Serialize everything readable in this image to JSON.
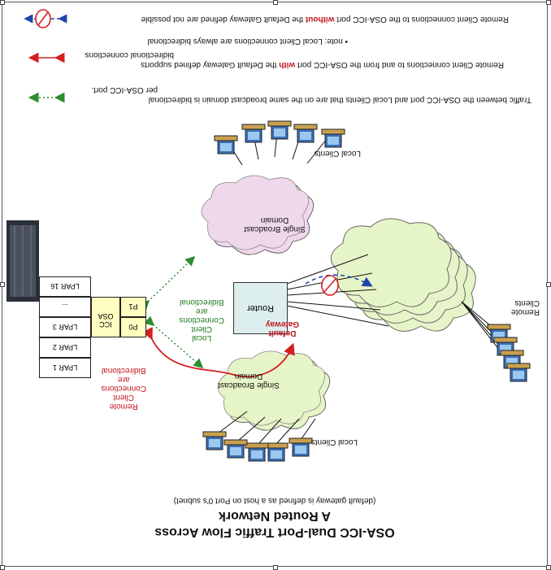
{
  "title": {
    "line1": "OSA-ICC Dual-Port Traffic Flow Across",
    "line2": "A Routed Network",
    "subtitle": "(default gateway is defined as a host on Port 0's subnet)"
  },
  "legend": {
    "remote_without_pre": "Remote Client connections to the OSA-ICC port ",
    "remote_without_em": "without",
    "remote_without_post": " the Default Gateway defined are not possible",
    "note": "• note: Local Client connections are always bidirectional",
    "remote_with_pre": "Remote Client connections to and from the OSA-ICC port ",
    "remote_with_em": "with",
    "remote_with_post": " the Default Gateway defined supports",
    "remote_with_line2": "bidirectional connections",
    "local_line1": "Traffic between the OSA-ICC port and Local Clients that are on the same broadcast domain is bidirectional",
    "local_line2": "per OSA-ICC port."
  },
  "lpars": [
    "LPAR 1",
    "LPAR 2",
    "LPAR 3",
    "...",
    "LPAR 16"
  ],
  "osa": {
    "label_icc": "ICC",
    "label_osa": "OSA",
    "port0": "P0",
    "port1": "P1"
  },
  "router": {
    "label": "Router"
  },
  "clouds": {
    "lower": {
      "line1": "Single Broadcast",
      "line2": "Domain"
    },
    "upper": {
      "line1": "Single Broadcast",
      "line2": "Domain"
    }
  },
  "labels": {
    "local_clients_lower": "Local Clients",
    "local_clients_upper": "Local Clients",
    "remote_clients_line1": "Remote",
    "remote_clients_line2": "Clients",
    "default_gateway_line1": "Default",
    "default_gateway_line2": "Gateway",
    "remote_conn": [
      "Remote",
      "Client",
      "Connections",
      "are",
      "Bidirectional"
    ],
    "local_conn_lower": [
      "Local",
      "Client",
      "Connections"
    ],
    "local_conn_upper": [
      "are",
      "Bidirectional"
    ]
  },
  "colors": {
    "red_arrow": "#d42020",
    "green_arrow": "#2e8b2e",
    "blue_dashed": "#2244aa",
    "cloud_green": "#e6f5c8",
    "cloud_pink": "#f0d8ec",
    "router_fill": "#dcefee",
    "osa_fill": "#fffdc0"
  }
}
